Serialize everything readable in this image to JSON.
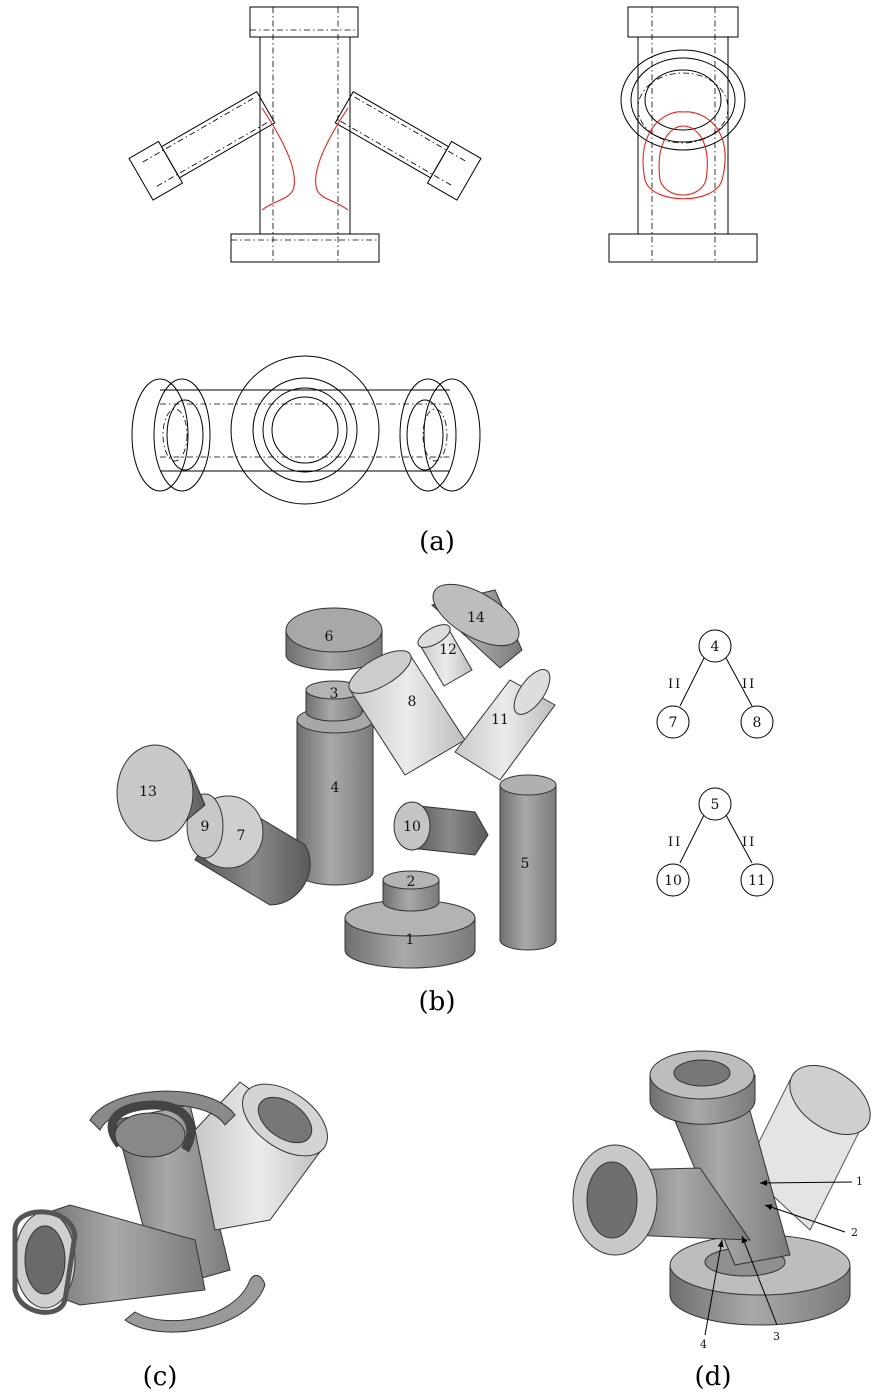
{
  "captions": {
    "a": "(a)",
    "b": "(b)",
    "c": "(c)",
    "d": "(d)"
  },
  "parts": {
    "p1": "1",
    "p2": "2",
    "p3": "3",
    "p4": "4",
    "p5": "5",
    "p6": "6",
    "p7": "7",
    "p8": "8",
    "p9": "9",
    "p10": "10",
    "p11": "11",
    "p12": "12",
    "p13": "13",
    "p14": "14"
  },
  "tree1": {
    "root": "4",
    "left": "7",
    "right": "8",
    "left_edge": "II",
    "right_edge": "II"
  },
  "tree2": {
    "root": "5",
    "left": "10",
    "right": "11",
    "left_edge": "II",
    "right_edge": "II"
  },
  "callouts": {
    "c1": "1",
    "c2": "2",
    "c3": "3",
    "c4": "4"
  }
}
